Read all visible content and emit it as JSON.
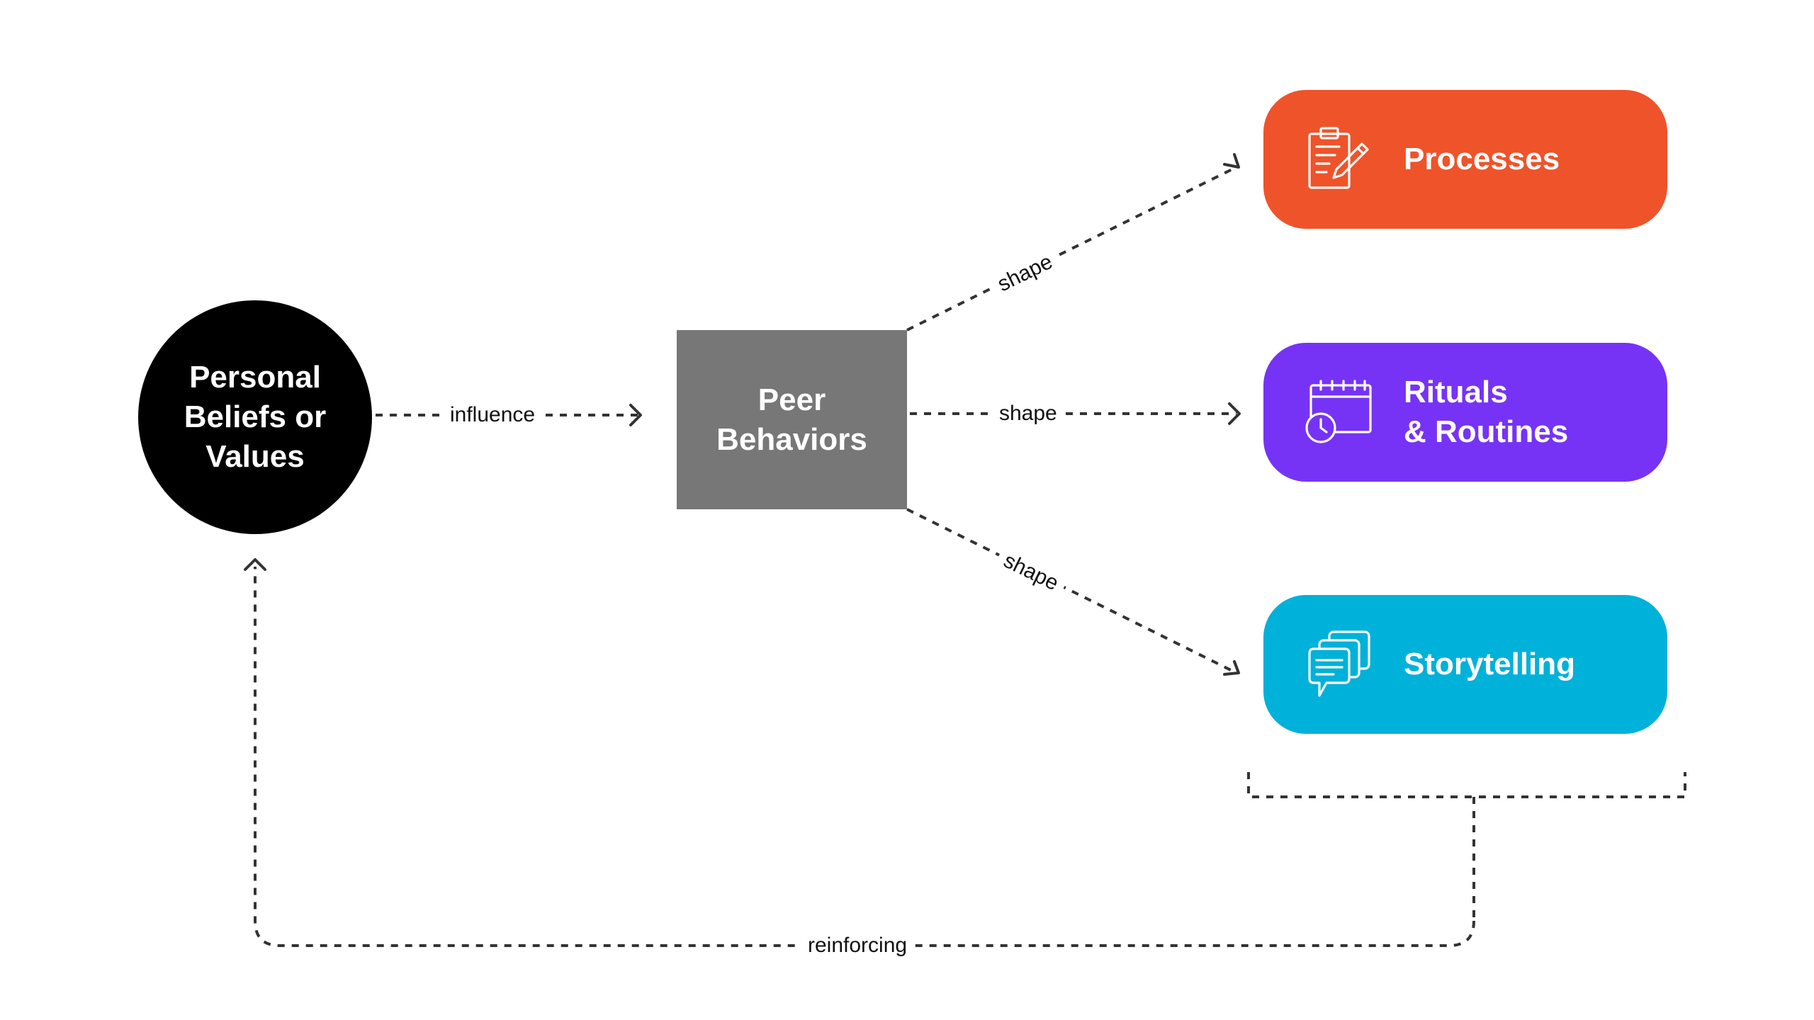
{
  "nodes": {
    "beliefs": {
      "label": "Personal\nBeliefs or\nValues",
      "color": "#000000"
    },
    "behaviors": {
      "label": "Peer\nBehaviors",
      "color": "#777777"
    },
    "processes": {
      "label": "Processes",
      "color": "#EF532A",
      "icon": "clipboard-pencil-icon"
    },
    "rituals": {
      "label": "Rituals\n& Routines",
      "color": "#7633F5",
      "icon": "calendar-clock-icon"
    },
    "storytelling": {
      "label": "Storytelling",
      "color": "#00B1D9",
      "icon": "speech-bubbles-icon"
    }
  },
  "edges": {
    "influence": "influence",
    "shape_top": "shape",
    "shape_middle": "shape",
    "shape_bottom": "shape",
    "reinforcing": "reinforcing"
  },
  "colors": {
    "line": "#333333",
    "background": "#FFFFFF"
  }
}
